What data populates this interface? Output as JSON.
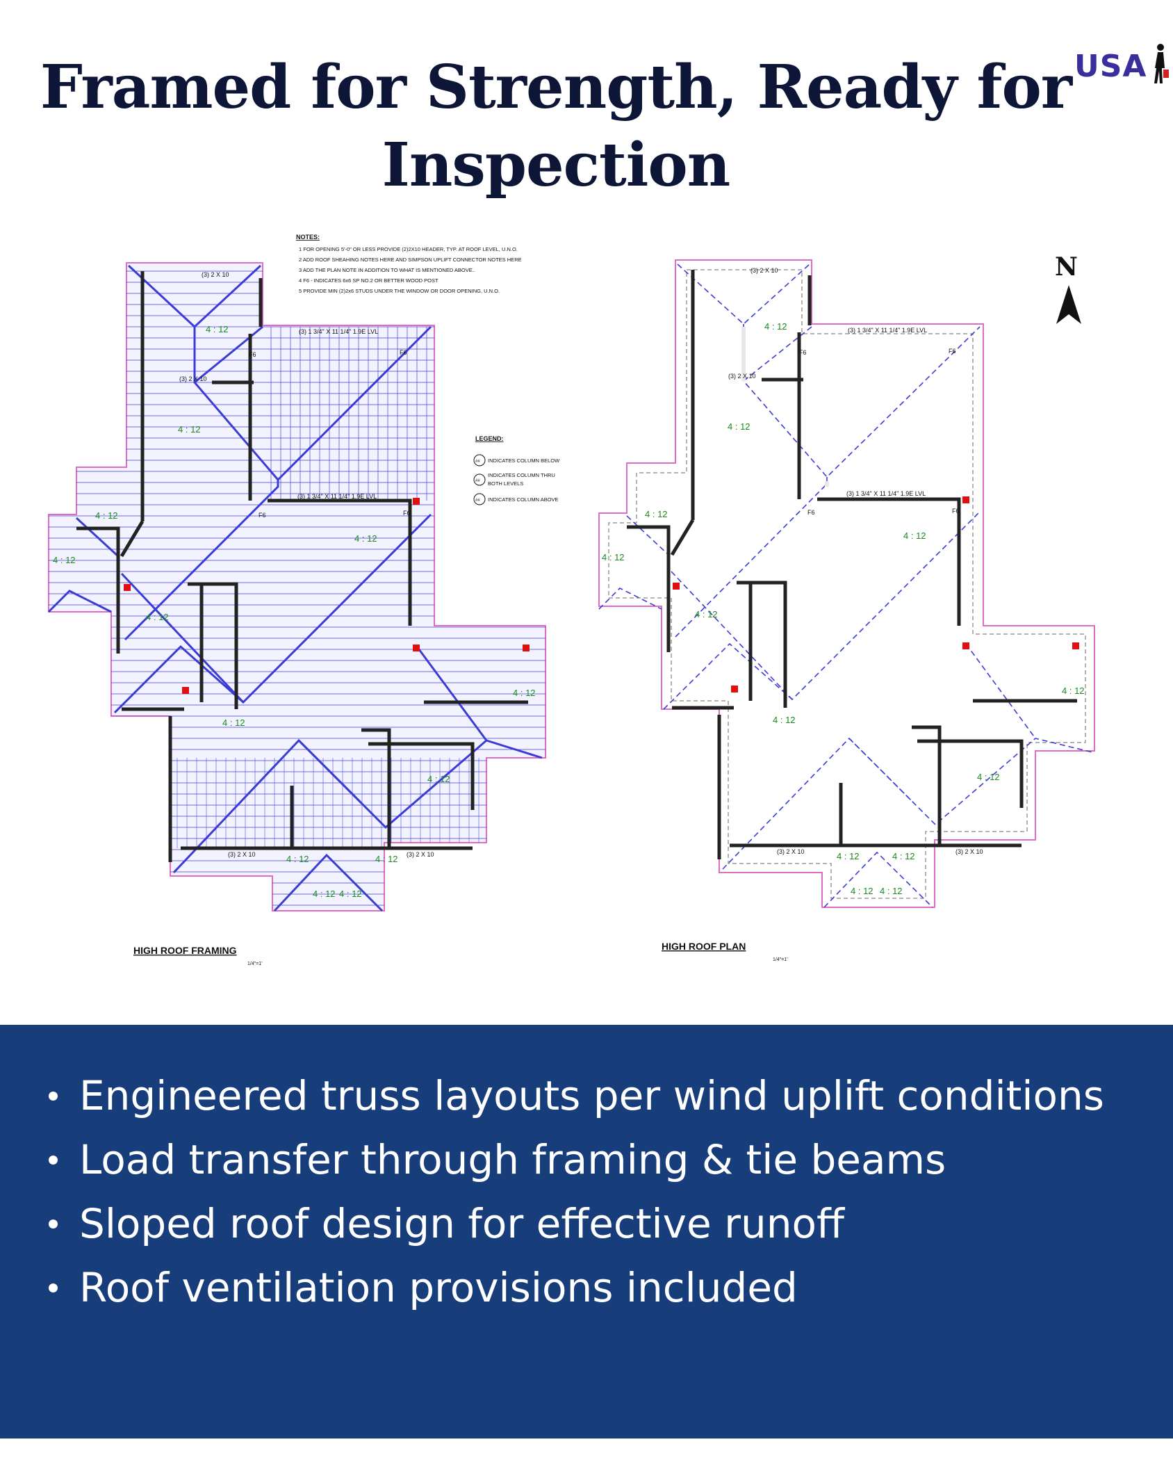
{
  "header": {
    "title_line1": "Framed for Strength, Ready for",
    "title_line2": "Inspection"
  },
  "logo": {
    "text_main": "USA",
    "icon": "person-with-suitcase-icon",
    "colors": {
      "text": "#3a2d9c",
      "accent": "#d21f26"
    }
  },
  "notes": {
    "heading": "NOTES:",
    "items": [
      "1 FOR OPENING 5'-0\" OR LESS PROVIDE (2)2X10 HEADER, TYP. AT ROOF LEVEL, U.N.O.",
      "2 ADD ROOF SHEAHING NOTES HERE AND SIMPSON UPLIFT CONNECTOR NOTES HERE",
      "3 ADD THE PLAN NOTE IN ADDITION TO WHAT IS MENTIONED ABOVE..",
      "4  F6 - INDICATES 6x6 SP NO.2  OR BETTER WOOD POST",
      "5 PROVIDE MIN (2)2x6 STUDS UNDER THE WINDOW OR DOOR OPENING, U.N.O."
    ]
  },
  "legend": {
    "heading": "LEGEND:",
    "items": [
      "INDICATES COLUMN BELOW",
      "INDICATES COLUMN THRU",
      "BOTH LEVELS",
      "INDICATES COLUMN ABOVE"
    ],
    "symbol": "##"
  },
  "drawings": {
    "framing": {
      "label": "HIGH ROOF FRAMING",
      "scale": "1/4\"=1'",
      "beam1": "(3) 1 3/4\" X 11 1/4\" 1.9E LVL",
      "beam2": "(3) 1 3/4\" X 11 1/4\" 1.9E LVL",
      "header": "(3) 2 X 10",
      "post": "F6"
    },
    "plan": {
      "label": "HIGH ROOF PLAN",
      "scale": "1/4\"=1'",
      "beam1": "(3) 1 3/4\" X 11 1/4\" 1.9E LVL",
      "beam2": "(3) 1 3/4\" X 11 1/4\" 1.9E LVL",
      "header": "(3) 2 X 10",
      "post": "F6"
    },
    "slope": "4 : 12",
    "north": "N",
    "colors": {
      "rafter": "#3b3bd6",
      "outline": "#e36bc8",
      "post": "#e01010",
      "wall": "#222222",
      "slope": "#1b8a1b"
    }
  },
  "features": {
    "items": [
      "Engineered truss layouts per wind uplift conditions",
      "Load transfer through framing & tie beams",
      "Sloped roof design for effective runoff",
      "Roof ventilation provisions included"
    ],
    "colors": {
      "band": "#173d7a",
      "text": "#ffffff"
    }
  }
}
